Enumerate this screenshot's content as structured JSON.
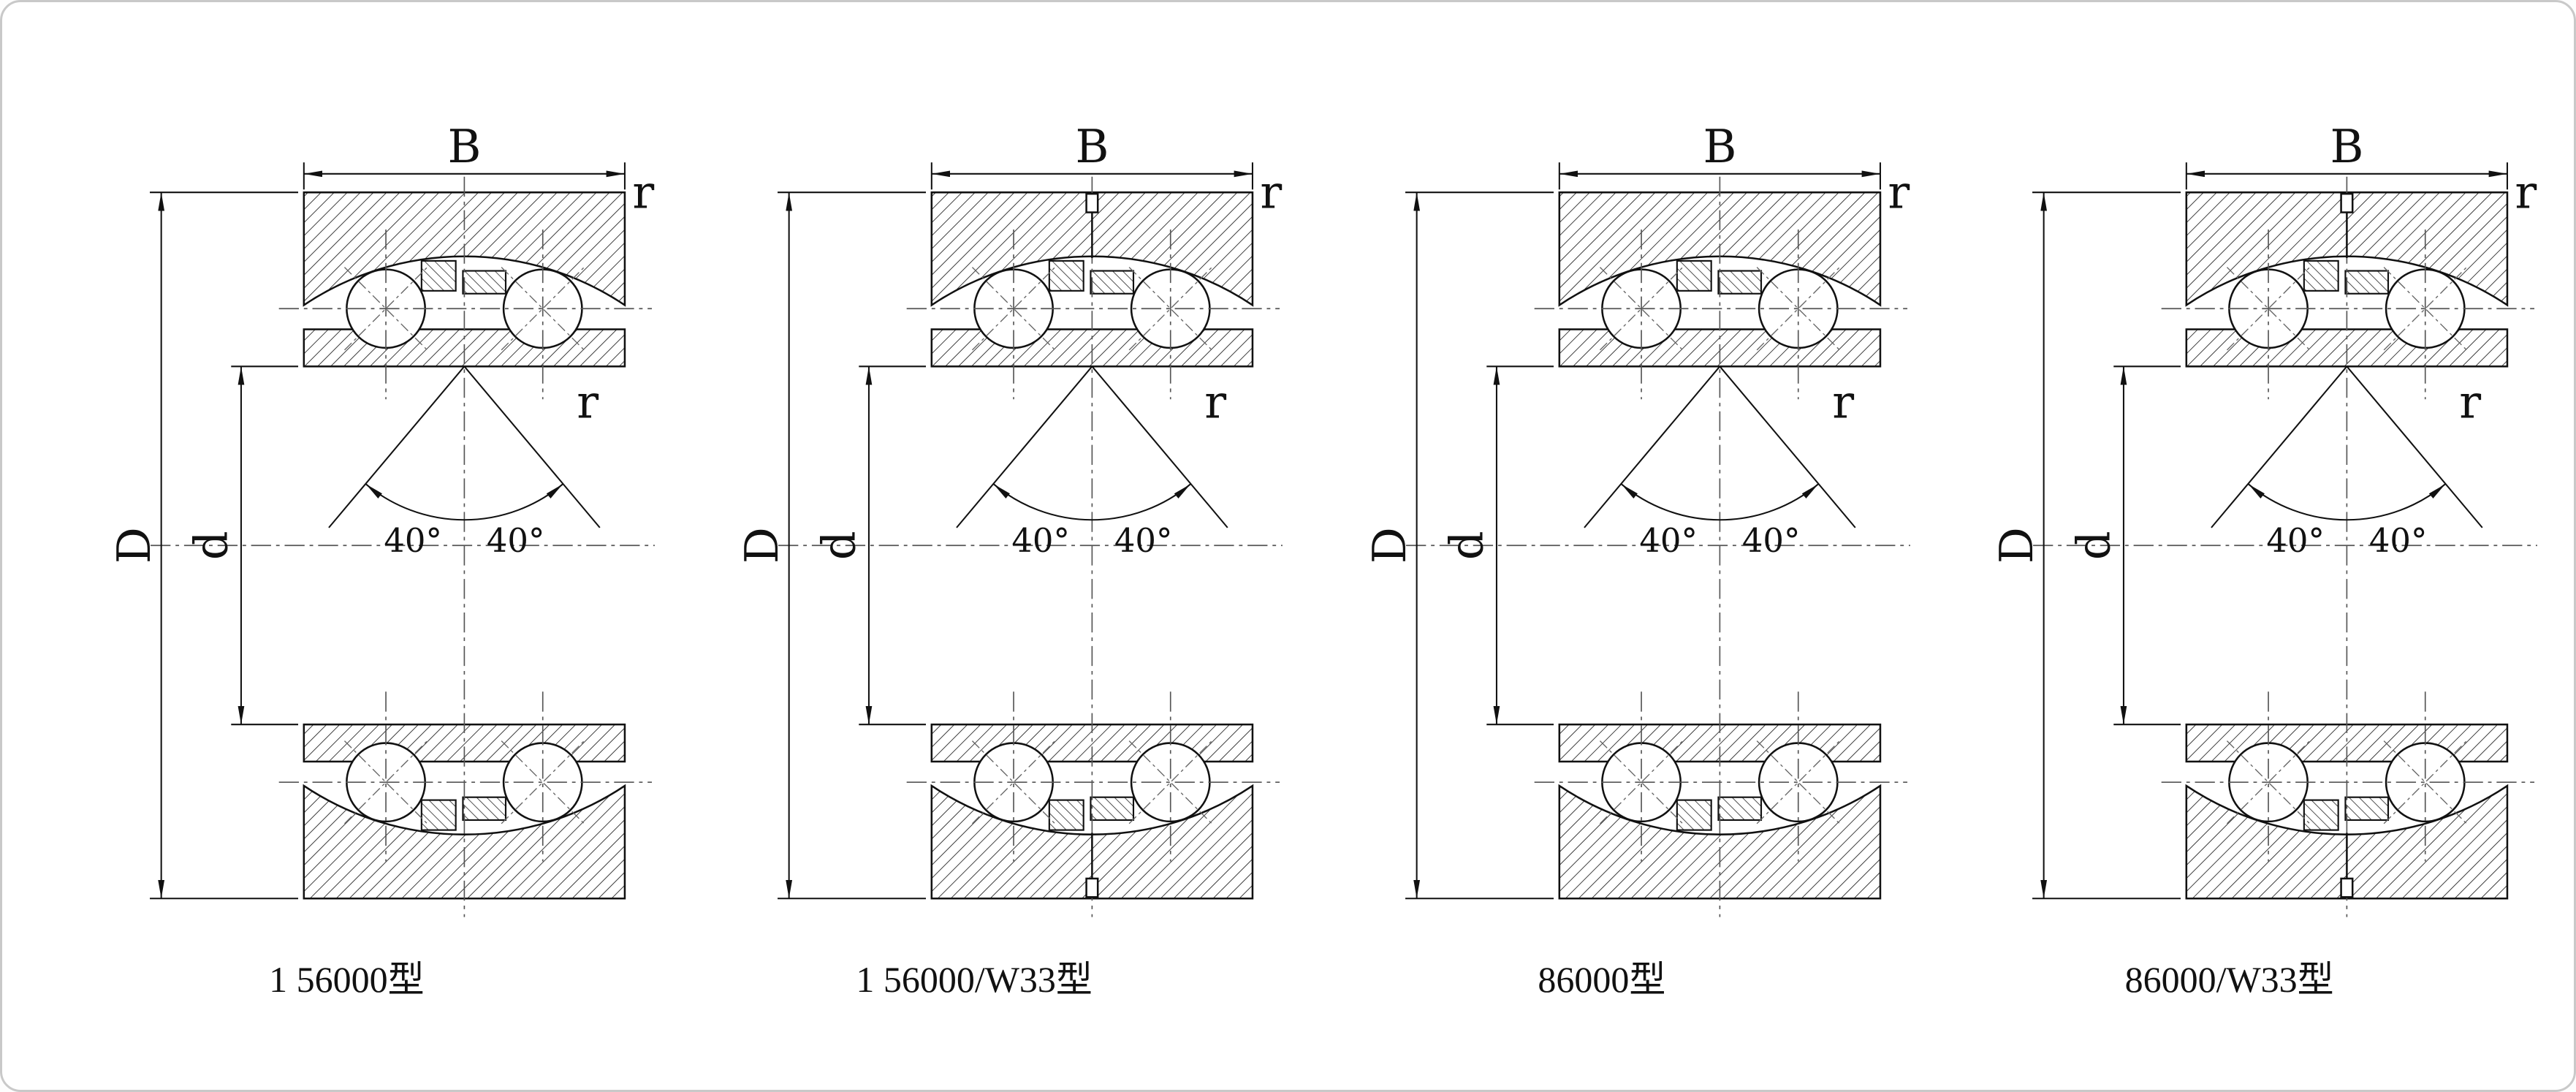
{
  "page": {
    "background": "#ffffff",
    "line_color": "#111111",
    "border_color": "#c9c9c9"
  },
  "figures": [
    {
      "label": "1 56000型",
      "has_oil_groove": false,
      "dims": {
        "width": "B",
        "outer_diameter": "D",
        "bore": "d",
        "chamfer_outer": "r",
        "chamfer_inner": "r",
        "angle_left": "40°",
        "angle_right": "40°"
      }
    },
    {
      "label": "1 56000/W33型",
      "has_oil_groove": true,
      "dims": {
        "width": "B",
        "outer_diameter": "D",
        "bore": "d",
        "chamfer_outer": "r",
        "chamfer_inner": "r",
        "angle_left": "40°",
        "angle_right": "40°"
      }
    },
    {
      "label": "86000型",
      "has_oil_groove": false,
      "dims": {
        "width": "B",
        "outer_diameter": "D",
        "bore": "d",
        "chamfer_outer": "r",
        "chamfer_inner": "r",
        "angle_left": "40°",
        "angle_right": "40°"
      }
    },
    {
      "label": "86000/W33型",
      "has_oil_groove": true,
      "dims": {
        "width": "B",
        "outer_diameter": "D",
        "bore": "d",
        "chamfer_outer": "r",
        "chamfer_inner": "r",
        "angle_left": "40°",
        "angle_right": "40°"
      }
    }
  ]
}
